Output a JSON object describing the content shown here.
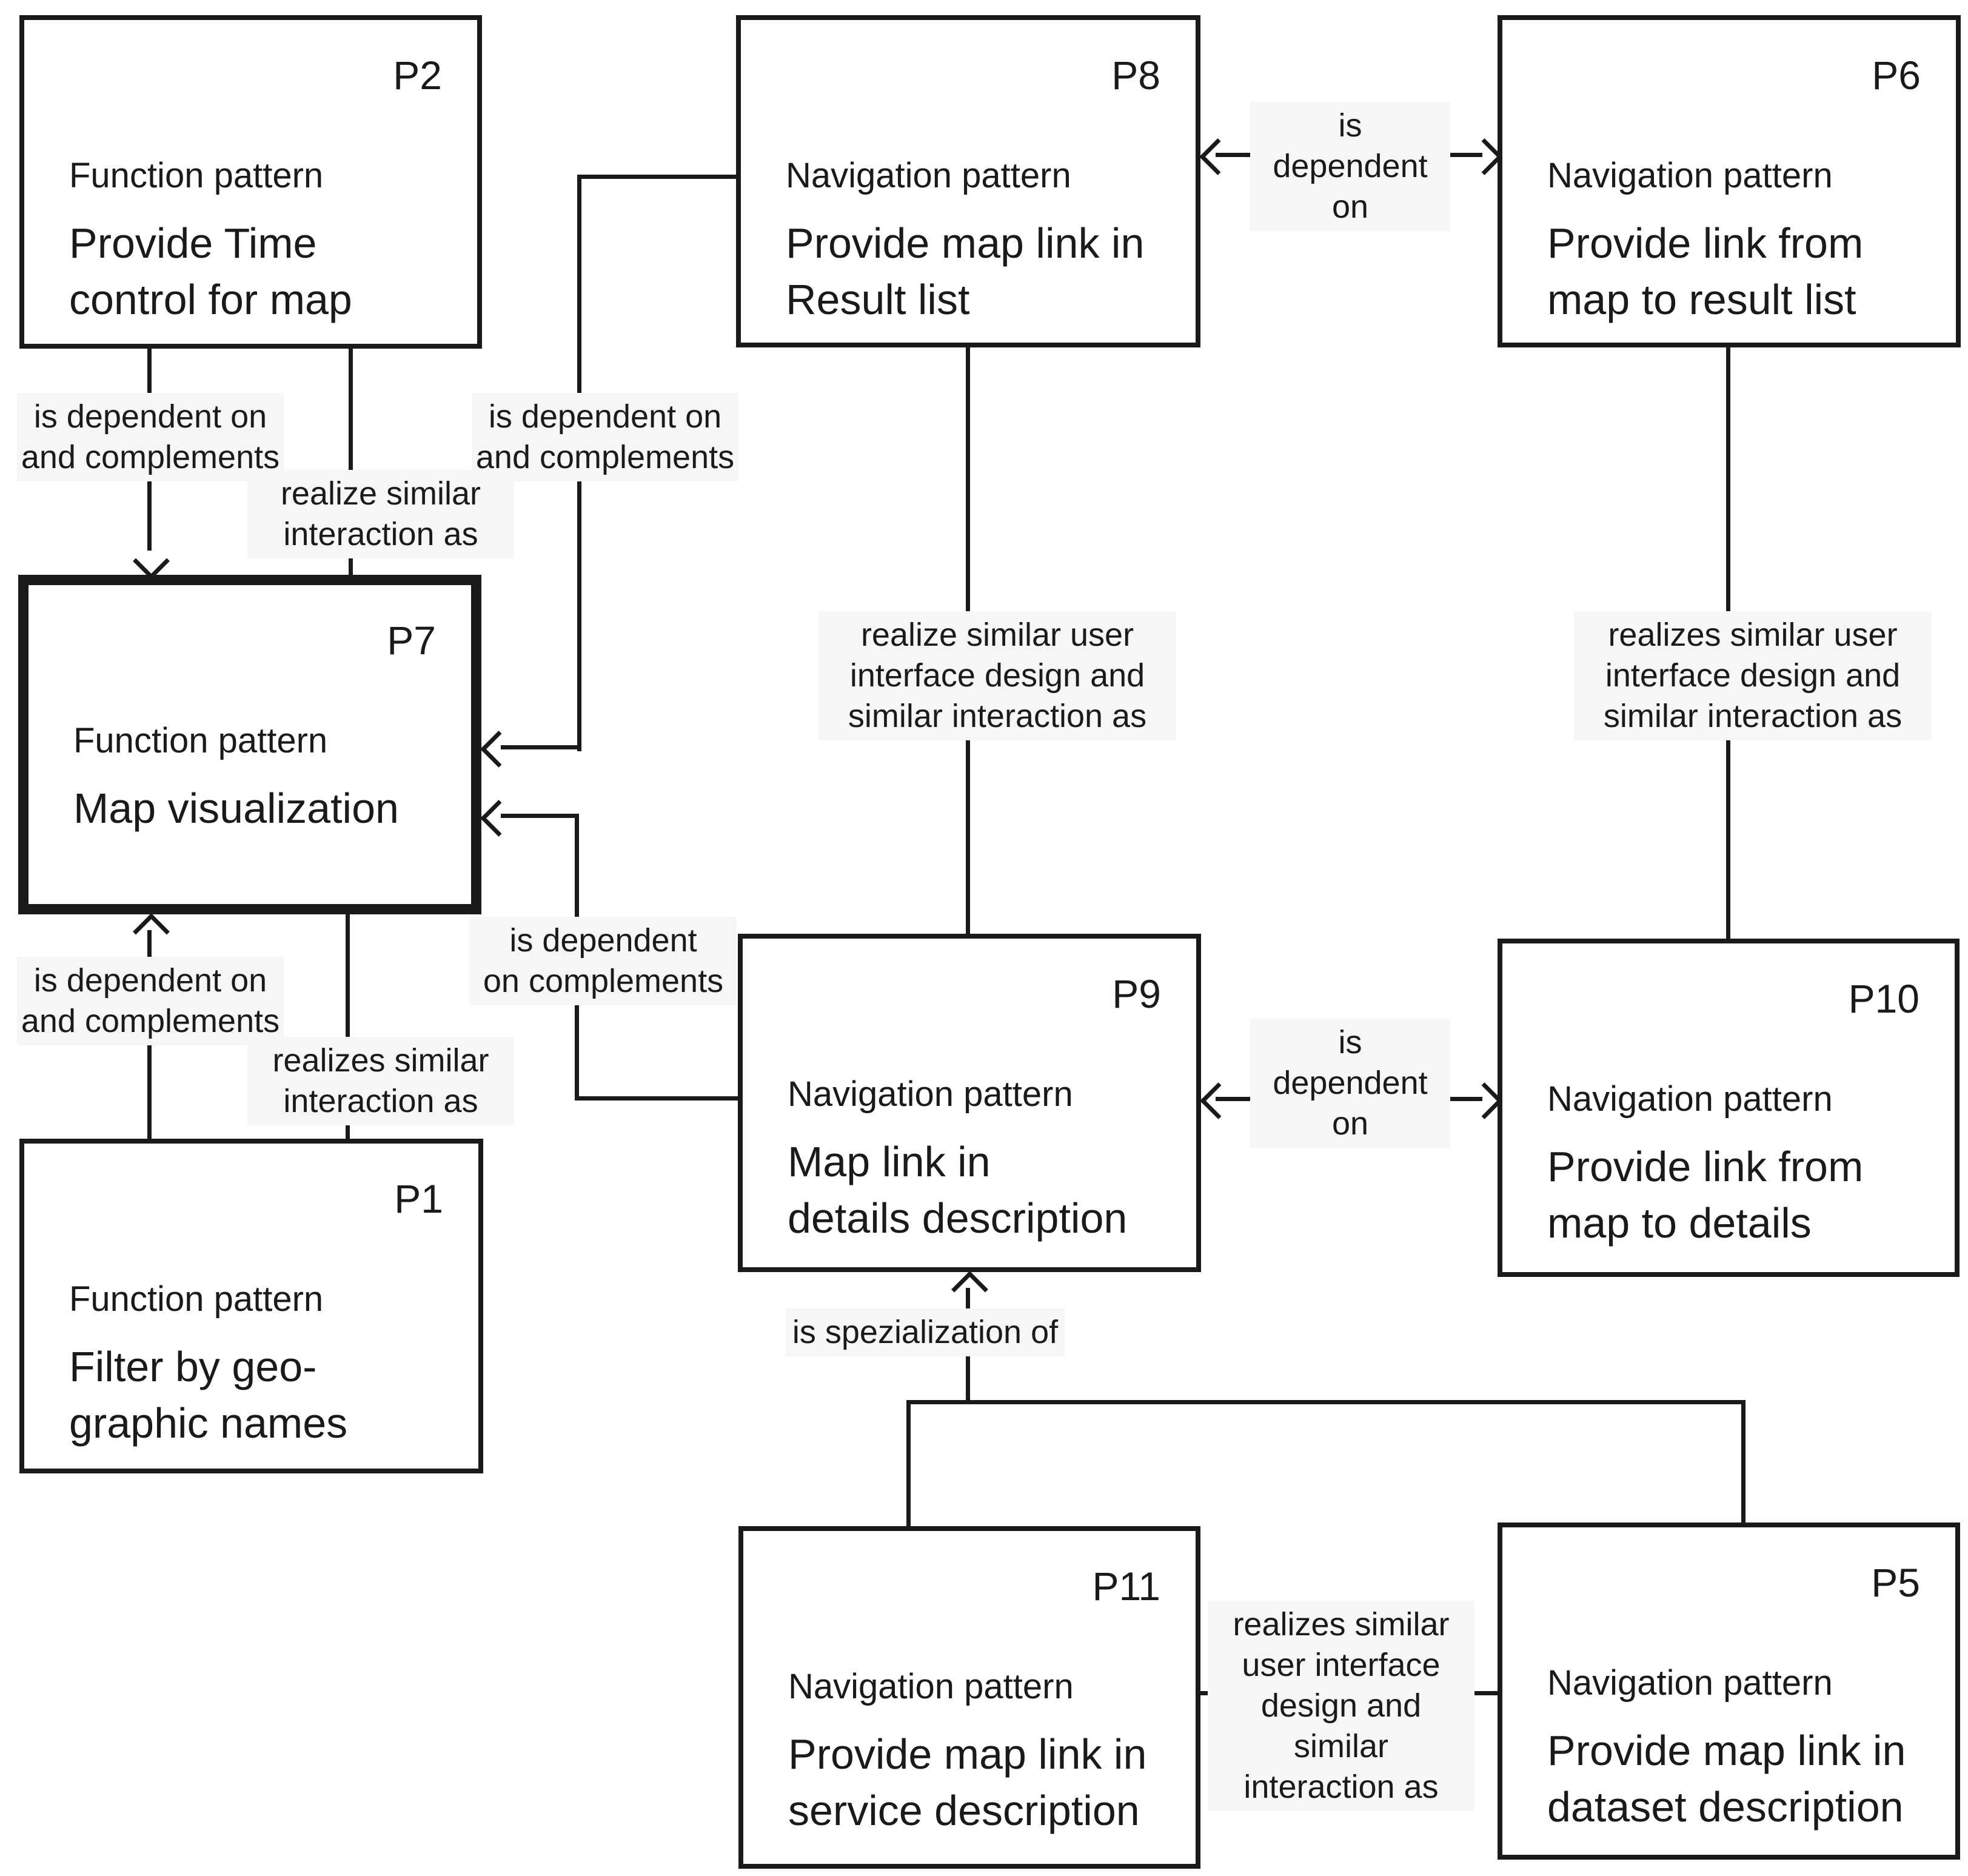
{
  "colors": {
    "ink": "#1a1a1a",
    "label_background": "#f6f6f6"
  },
  "nodes": [
    {
      "id": "P2",
      "type": "Function pattern",
      "name": "Provide Time\ncontrol for map"
    },
    {
      "id": "P8",
      "type": "Navigation pattern",
      "name": "Provide map link in\nResult list"
    },
    {
      "id": "P6",
      "type": "Navigation pattern",
      "name": "Provide link from\nmap to result list"
    },
    {
      "id": "P7",
      "type": "Function pattern",
      "name": "Map visualization"
    },
    {
      "id": "P9",
      "type": "Navigation pattern",
      "name": "Map link in\ndetails description"
    },
    {
      "id": "P10",
      "type": "Navigation pattern",
      "name": "Provide link from\nmap to details"
    },
    {
      "id": "P1",
      "type": "Function pattern",
      "name": "Filter by geo-\ngraphic names"
    },
    {
      "id": "P11",
      "type": "Navigation pattern",
      "name": "Provide map link in\nservice description"
    },
    {
      "id": "P5",
      "type": "Navigation pattern",
      "name": "Provide map link in\ndataset description"
    }
  ],
  "edges": [
    {
      "from": "P2",
      "to": "P7",
      "label": "is dependent on\nand complements"
    },
    {
      "from": "P2",
      "to": "P7",
      "label": "realize similar\ninteraction as"
    },
    {
      "from": "P8",
      "to": "P7",
      "label": "is dependent on\nand complements"
    },
    {
      "from": "P8",
      "to": "P6",
      "label": "is\ndependent\non"
    },
    {
      "from": "P8",
      "to": "P9",
      "label": "realize similar user\ninterface design and\nsimilar interaction as"
    },
    {
      "from": "P6",
      "to": "P10",
      "label": "realizes similar user\ninterface design and\nsimilar interaction as"
    },
    {
      "from": "P9",
      "to": "P7",
      "label": "is dependent\non complements"
    },
    {
      "from": "P9",
      "to": "P10",
      "label": "is\ndependent\non"
    },
    {
      "from": "P11",
      "to": "P9",
      "label": "is spezialization of"
    },
    {
      "from": "P11",
      "to": "P5",
      "label": "realizes similar\nuser interface\ndesign and\nsimilar\ninteraction as"
    },
    {
      "from": "P1",
      "to": "P7",
      "label": "is dependent on\nand complements"
    },
    {
      "from": "P1",
      "to": "P7",
      "label": "realizes similar\ninteraction as"
    }
  ]
}
